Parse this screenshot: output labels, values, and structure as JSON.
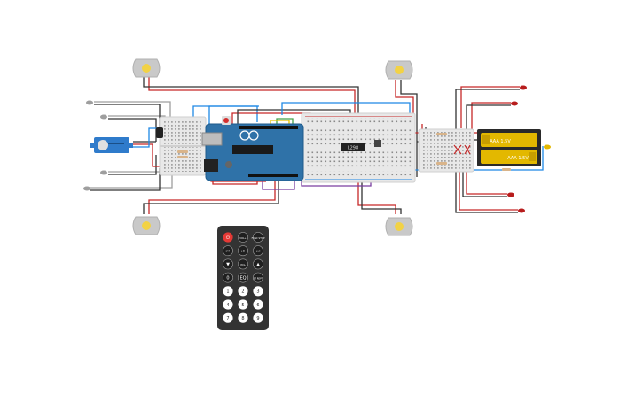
{
  "battery": {
    "cell1_label": "AAA 1.5V",
    "cell2_label": "AAA 1.5V"
  },
  "ic": {
    "label": "L298"
  },
  "remote": {
    "row1": [
      "⏻",
      "VOL+",
      "FUNC STOP"
    ],
    "row2": [
      "⏮",
      "⏯",
      "⏭"
    ],
    "row3": [
      "▼",
      "VOL-",
      "▲"
    ],
    "row4": [
      "0",
      "EQ",
      "ST REPT"
    ],
    "row5": [
      "1",
      "2",
      "3"
    ],
    "row6": [
      "4",
      "5",
      "6"
    ],
    "row7": [
      "7",
      "8",
      "9"
    ]
  },
  "colors": {
    "wire_red": "#c62828",
    "wire_black": "#333333",
    "wire_blue": "#1e88e5",
    "wire_green": "#43a047",
    "wire_yellow": "#e6c200",
    "wire_purple": "#7b3fa0",
    "wire_gray": "#9e9e9e",
    "arduino": "#2f72a8",
    "breadboard": "#e8e8e8",
    "battery": "#e3b800",
    "remote": "#333333",
    "remote_power": "#e53935"
  },
  "icons": [
    "dc-motor-icon",
    "servo-icon",
    "ir-receiver-icon",
    "arduino-board-icon",
    "breadboard-icon",
    "motor-driver-ic-icon",
    "battery-pack-icon",
    "led-icon",
    "resistor-icon",
    "ir-remote-icon"
  ]
}
